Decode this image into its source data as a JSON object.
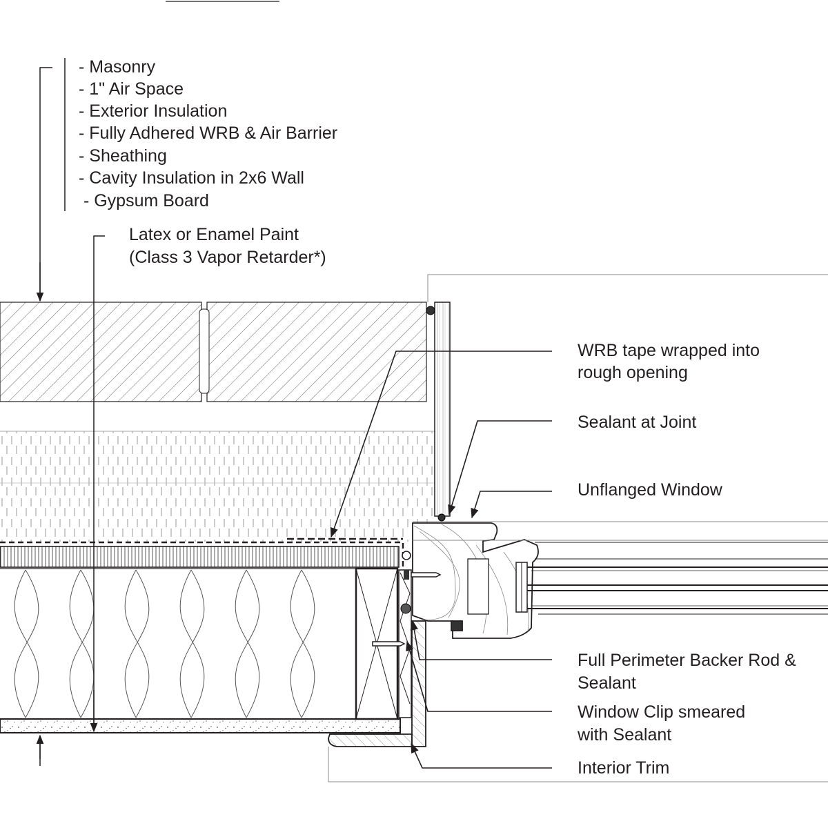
{
  "wall_layers": [
    "- Masonry",
    "- 1\" Air Space",
    "- Exterior Insulation",
    "- Fully Adhered WRB & Air Barrier",
    "- Sheathing",
    "- Cavity Insulation in 2x6 Wall",
    " - Gypsum Board"
  ],
  "paint_label": {
    "line1": "Latex or Enamel Paint",
    "line2": "(Class 3 Vapor Retarder*)"
  },
  "callouts": {
    "wrb_tape": {
      "line1": "WRB tape wrapped into",
      "line2": "rough opening"
    },
    "sealant_joint": {
      "line1": "Sealant at Joint"
    },
    "unflanged_window": {
      "line1": "Unflanged Window"
    },
    "backer_rod": {
      "line1": "Full Perimeter Backer Rod &",
      "line2": "Sealant"
    },
    "window_clip": {
      "line1": "Window Clip smeared",
      "line2": "with Sealant"
    },
    "interior_trim": {
      "line1": "Interior Trim"
    }
  },
  "colors": {
    "ink": "#231f20",
    "leader": "#444444",
    "frame": "#888888"
  }
}
